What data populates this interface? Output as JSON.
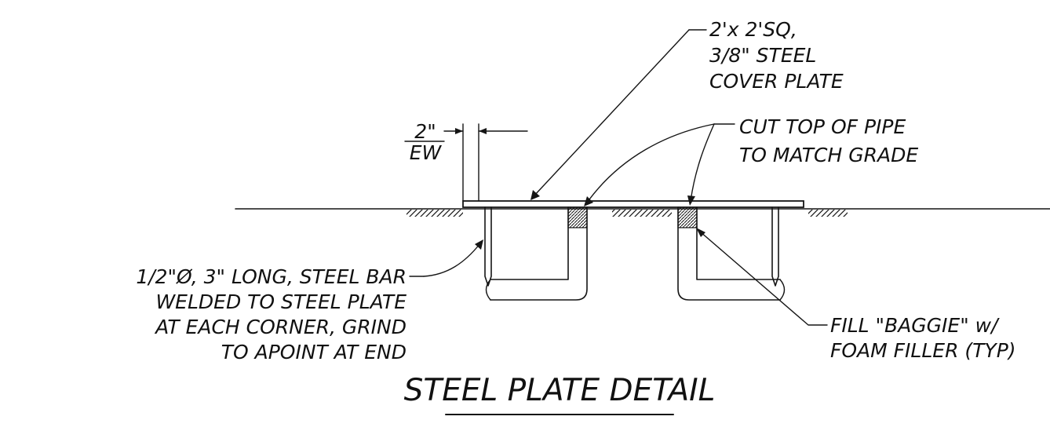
{
  "title": "STEEL PLATE DETAIL",
  "labels": {
    "cover_plate": [
      "2'x 2'SQ,",
      "3/8\" STEEL",
      "COVER PLATE"
    ],
    "cut_pipe": [
      "CUT TOP OF PIPE",
      "TO MATCH GRADE"
    ],
    "dimension": {
      "value": "2\"",
      "unit": "EW"
    },
    "steel_bar": [
      "1/2\"Ø, 3\" LONG, STEEL BAR",
      "WELDED TO STEEL PLATE",
      "AT EACH CORNER, GRIND",
      "TO APOINT AT END"
    ],
    "fill": [
      "FILL \"BAGGIE\" w/",
      "FOAM FILLER (TYP)"
    ]
  },
  "colors": {
    "ink": "#151515",
    "background": "#ffffff"
  }
}
